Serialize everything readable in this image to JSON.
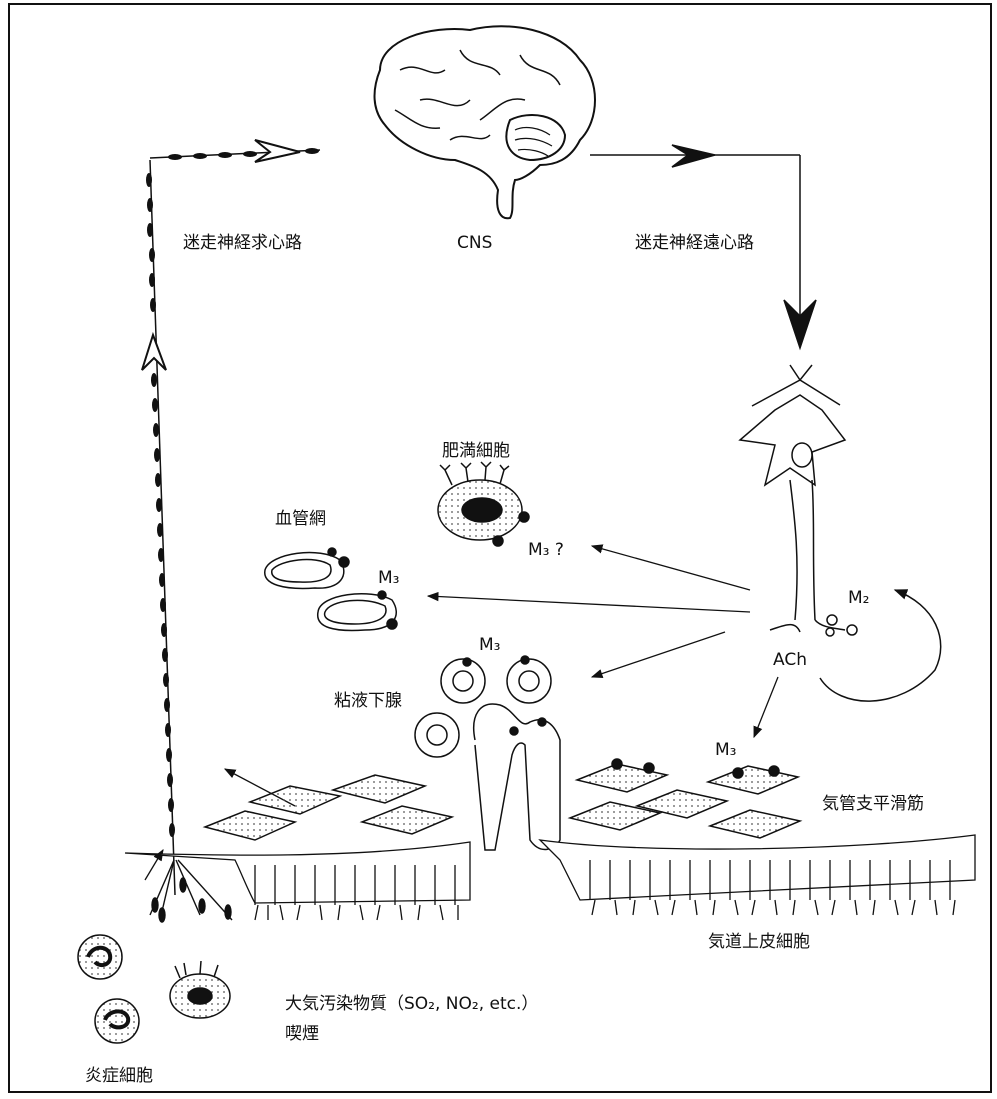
{
  "labels": {
    "afferent": "迷走神経求心路",
    "cns": "CNS",
    "efferent": "迷走神経遠心路",
    "mast_cell": "肥満細胞",
    "mast_receptor": "M₃ ?",
    "vascular": "血管網",
    "vascular_receptor": "M₃",
    "m2": "M₂",
    "ach": "ACh",
    "gland_receptor": "M₃",
    "gland": "粘液下腺",
    "smooth_receptor": "M₃",
    "smooth_muscle": "気管支平滑筋",
    "epithelium": "気道上皮細胞",
    "pollutants": "大気汚染物質（SO₂, NO₂, etc.）",
    "smoking": "喫煙",
    "inflammatory": "炎症細胞"
  },
  "icons": [
    "brain-icon",
    "neuron-icon",
    "mast-cell-icon",
    "vessel-icon",
    "gland-icon",
    "smooth-muscle-icon",
    "epithelium-icon",
    "inflammatory-cell-icon"
  ]
}
